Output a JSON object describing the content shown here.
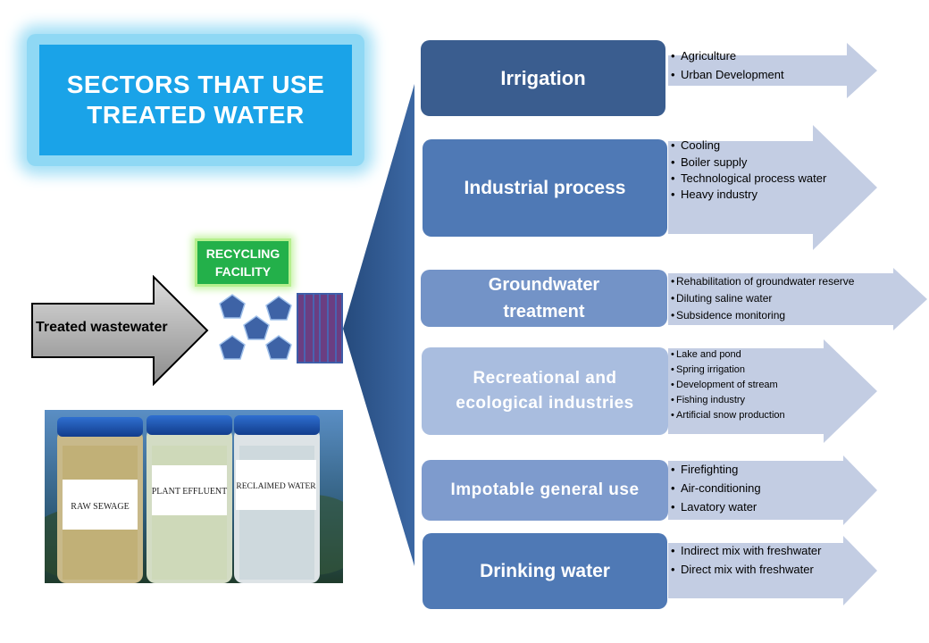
{
  "title": "SECTORS THAT USE\nTREATED WATER",
  "recycling_label": "RECYCLING\nFACILITY",
  "input_label": "Treated wastewater",
  "jars": {
    "raw": "RAW SEWAGE",
    "plant": "PLANT EFFLUENT",
    "reclaimed": "RECLAIMED WATER"
  },
  "colors": {
    "title_bg": "#1aa3e8",
    "recycle_bg": "#23b04a",
    "fan": "#2f5a93",
    "detail_arrow": "#c3cde3"
  },
  "sectors": [
    {
      "name": "Irrigation",
      "color": "#3a5d8f",
      "items": [
        "Agriculture",
        "Urban Development"
      ]
    },
    {
      "name": "Industrial process",
      "color": "#4f79b5",
      "items": [
        "Cooling",
        "Boiler supply",
        "Technological process water",
        "Heavy industry"
      ]
    },
    {
      "name": "Groundwater treatment",
      "color": "#7393c7",
      "items": [
        "Rehabilitation of groundwater reserve",
        "Diluting saline water",
        "Subsidence monitoring"
      ]
    },
    {
      "name": "Recreational and ecological industries",
      "color": "#a9bddf",
      "items": [
        "Lake and pond",
        "Spring irrigation",
        "Development of stream",
        "Fishing industry",
        "Artificial snow production"
      ]
    },
    {
      "name": "Impotable general use",
      "color": "#7e9bcd",
      "items": [
        "Firefighting",
        "Air-conditioning",
        "Lavatory water"
      ]
    },
    {
      "name": "Drinking water",
      "color": "#4f79b5",
      "items": [
        "Indirect mix with freshwater",
        "Direct mix with freshwater"
      ]
    }
  ]
}
